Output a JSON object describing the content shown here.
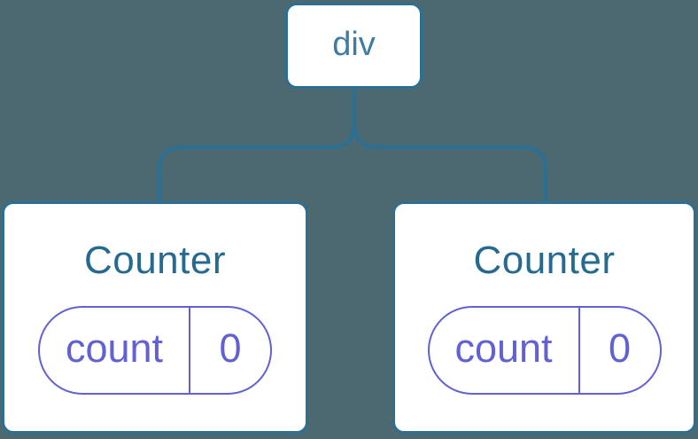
{
  "diagram": {
    "description": "component tree",
    "root": {
      "label": "div"
    },
    "children": [
      {
        "label": "Counter",
        "state": {
          "key": "count",
          "value": "0"
        }
      },
      {
        "label": "Counter",
        "state": {
          "key": "count",
          "value": "0"
        }
      }
    ]
  },
  "colors": {
    "background": "#4C6972",
    "line": "#2D6E93",
    "node-bg": "#FFFFFF",
    "root-label": "#3E7CA4",
    "component-label": "#276A8F",
    "state": "#6161D3"
  }
}
